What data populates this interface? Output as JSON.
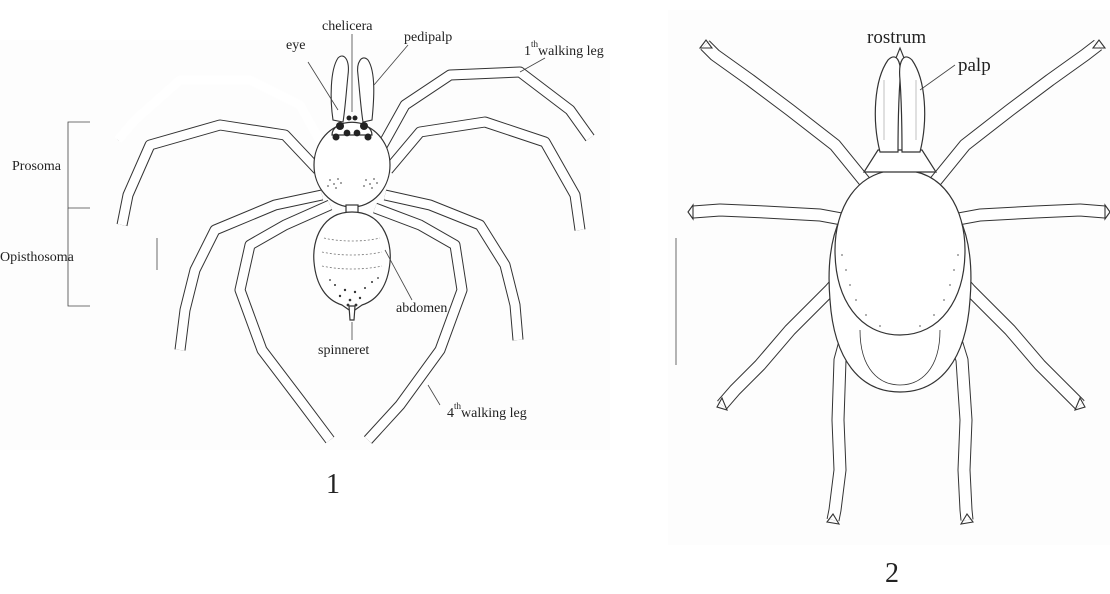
{
  "figure1": {
    "labels": {
      "eye": "eye",
      "chelicera": "chelicera",
      "pedipalp": "pedipalp",
      "walking_leg_1_num": "1",
      "walking_leg_1_sup": "th",
      "walking_leg_1_text": "walking leg",
      "prosoma": "Prosoma",
      "opisthosoma": "Opisthosoma",
      "abdomen": "abdomen",
      "spinneret": "spinneret",
      "walking_leg_4_num": "4",
      "walking_leg_4_sup": "th",
      "walking_leg_4_text": "walking leg"
    },
    "number": "1"
  },
  "figure2": {
    "labels": {
      "rostrum": "rostrum",
      "palp": "palp"
    },
    "number": "2"
  }
}
